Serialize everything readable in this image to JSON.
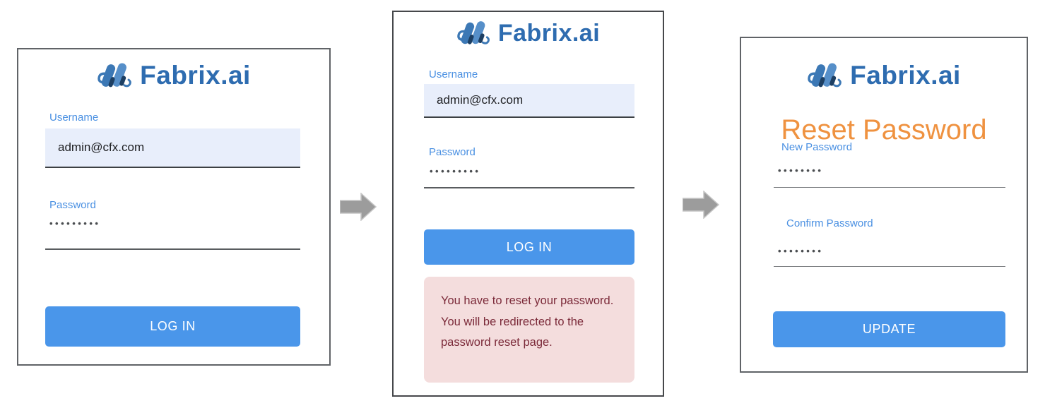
{
  "brand": {
    "name": "Fabrix.ai"
  },
  "flow": {
    "step1": {
      "username_label": "Username",
      "username_value": "admin@cfx.com",
      "password_label": "Password",
      "password_masked": "•••••••••",
      "submit_label": "LOG IN"
    },
    "step2": {
      "username_label": "Username",
      "username_value": "admin@cfx.com",
      "password_label": "Password",
      "password_masked": "•••••••••",
      "submit_label": "LOG IN",
      "error_message": "You have to reset your password. You will be redirected to the password reset page."
    },
    "step3": {
      "heading": "Reset Password",
      "new_password_label": "New Password",
      "new_password_masked": "••••••••",
      "confirm_password_label": "Confirm Password",
      "confirm_password_masked": "••••••••",
      "submit_label": "UPDATE"
    }
  },
  "icons": {
    "logo_mark": "fabrix-ribbon-monogram-icon",
    "flow_arrow": "right-block-arrow-icon"
  },
  "colors": {
    "brand_blue": "#2e6cb0",
    "label_blue": "#4a90e2",
    "button_blue": "#4a96ea",
    "input_fill": "#e8eefb",
    "panel_border": "#606367",
    "error_bg": "#f4dddd",
    "error_text": "#7b2a39",
    "heading_orange": "#ef9240",
    "arrow_gray": "#9c9c9c"
  }
}
